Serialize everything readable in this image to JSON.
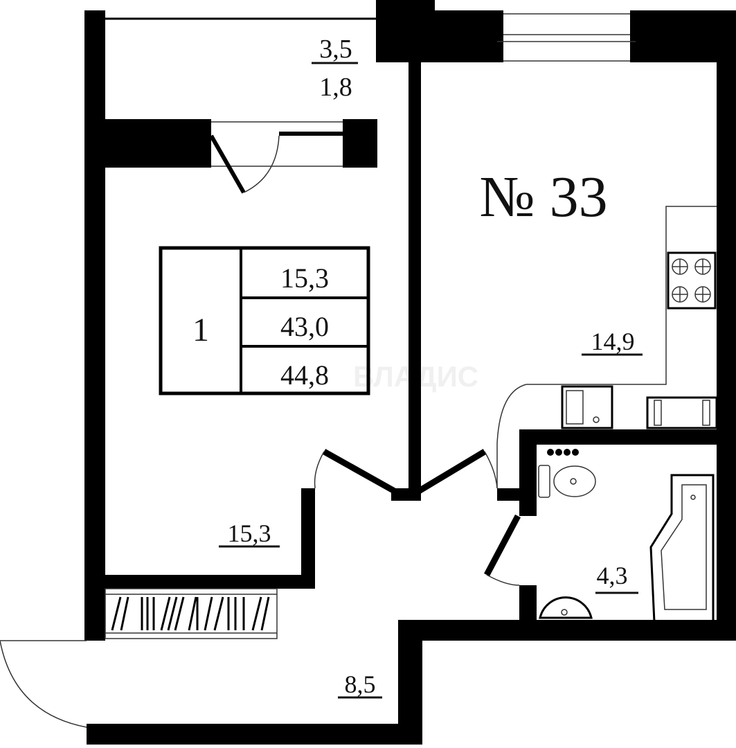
{
  "plan": {
    "apartment_number": "№ 33",
    "balcony": {
      "area": "3,5",
      "reduced_area": "1,8"
    },
    "summary_table": {
      "rooms": "1",
      "living_area": "15,3",
      "total_area": "43,0",
      "total_with_balcony": "44,8"
    },
    "rooms": {
      "living_room": "15,3",
      "kitchen": "14,9",
      "bathroom": "4,3",
      "hallway": "8,5"
    },
    "watermark": "ВЛАДИС",
    "colors": {
      "walls": "#000000",
      "background": "#ffffff"
    }
  }
}
